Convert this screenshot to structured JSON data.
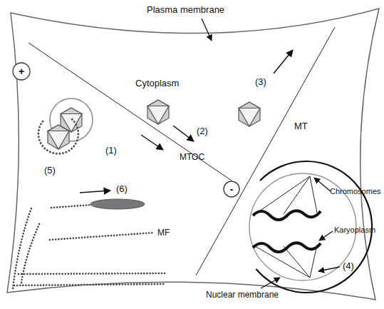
{
  "diagram": {
    "nodes": [
      {
        "text": [
          "+"
        ]
      },
      {
        "text": [
          "-"
        ]
      }
    ],
    "labels": [
      "Plasma membrane",
      "Cytoplasm",
      "(1)",
      "(2)",
      "(3)",
      "MTOC",
      "MT",
      "(5)",
      "(6)",
      "MF",
      "Chromosomes",
      "Karyoplasm",
      "(4)",
      "Nuclear membrane"
    ]
  }
}
